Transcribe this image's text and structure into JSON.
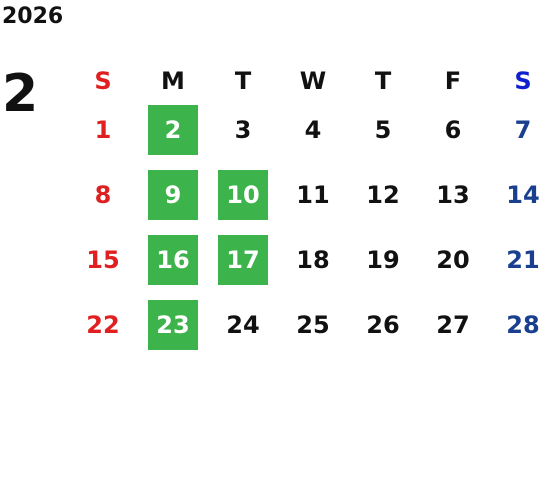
{
  "calendar": {
    "year": "2026",
    "month": "2",
    "weekdays": [
      "S",
      "M",
      "T",
      "W",
      "T",
      "F",
      "S"
    ],
    "weeks": [
      [
        "1",
        "2",
        "3",
        "4",
        "5",
        "6",
        "7"
      ],
      [
        "8",
        "9",
        "10",
        "11",
        "12",
        "13",
        "14"
      ],
      [
        "15",
        "16",
        "17",
        "18",
        "19",
        "20",
        "21"
      ],
      [
        "22",
        "23",
        "24",
        "25",
        "26",
        "27",
        "28"
      ]
    ],
    "highlighted_days": [
      "2",
      "9",
      "10",
      "16",
      "17",
      "23"
    ]
  },
  "colors": {
    "sunday": "#e02020",
    "saturday": "#1a3f8f",
    "saturday_header": "#1020cc",
    "highlight": "#3cb44b",
    "text": "#111111"
  }
}
